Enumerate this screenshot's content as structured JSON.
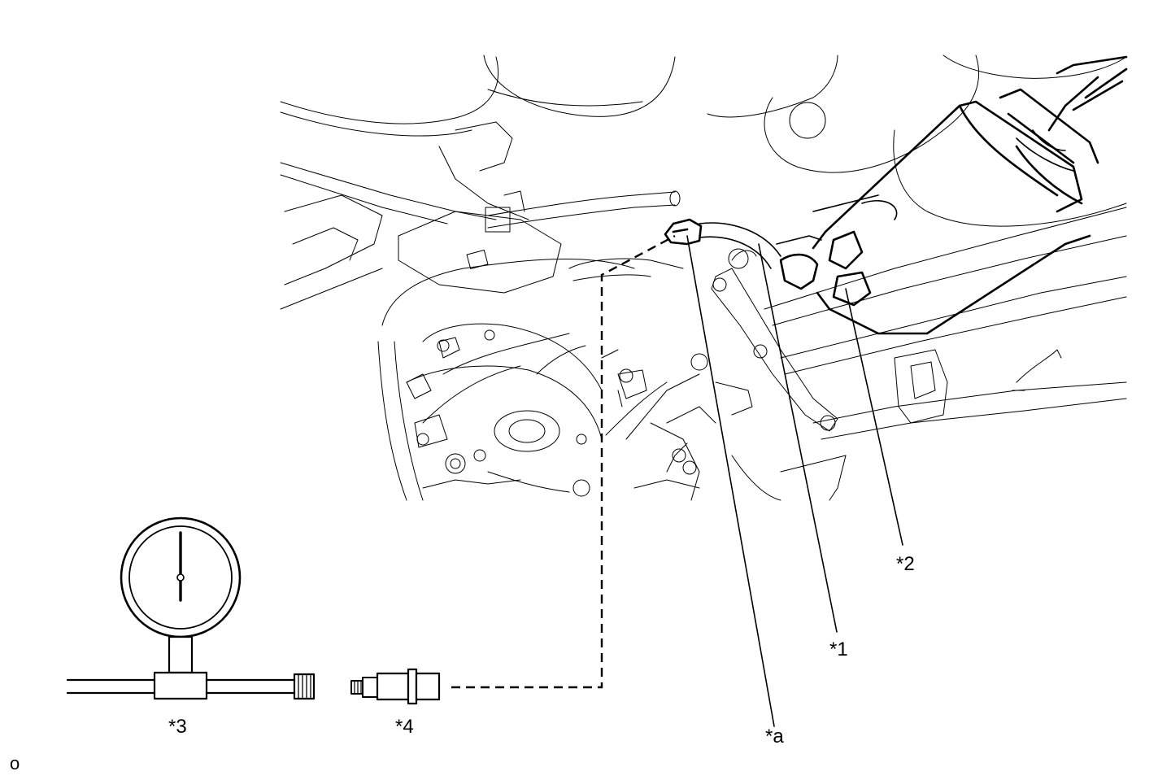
{
  "callouts": {
    "part_1": "*1",
    "part_2": "*2",
    "part_3": "*3",
    "part_4": "*4",
    "point_a": "*a"
  },
  "figure_id": "o",
  "colors": {
    "line": "#000000",
    "background": "#ffffff"
  },
  "icons": {
    "gauge": "pressure-gauge-icon",
    "adapter": "sst-adapter-icon"
  }
}
